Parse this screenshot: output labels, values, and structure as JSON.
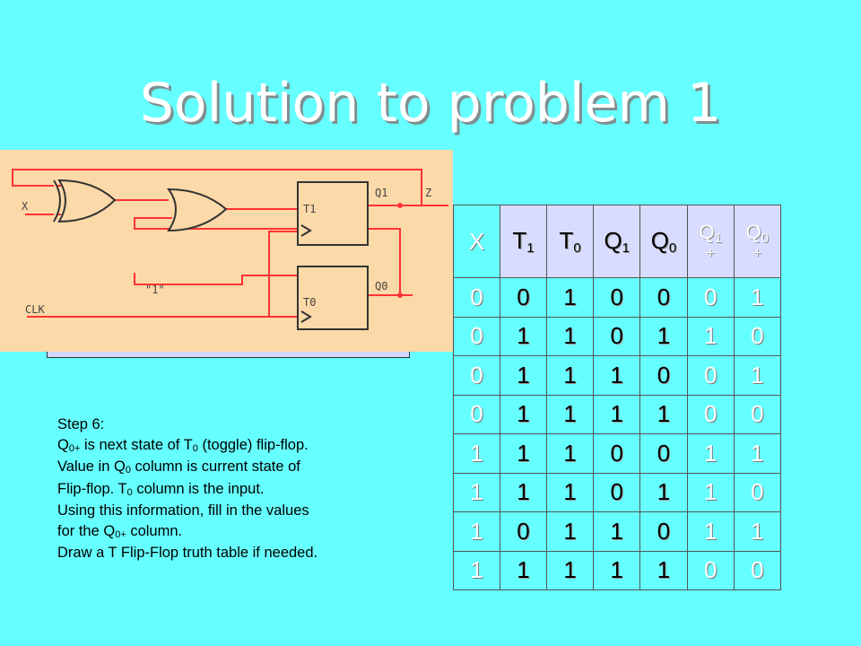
{
  "title": "Solution to problem 1",
  "circuit": {
    "label_x": "X",
    "label_q1": "Q1",
    "label_z": "Z",
    "label_t1": "T1",
    "label_one": "\"1\"",
    "label_t0": "T0",
    "label_q0": "Q0",
    "label_clk": "CLK"
  },
  "step": {
    "heading": "Step 6:",
    "line1_a": "Q",
    "line1_sub": "0+",
    "line1_b": " is next state of T",
    "line1_sub2": "0",
    "line1_c": " (toggle) flip-flop.",
    "line2_a": "Value in Q",
    "line2_sub": "0",
    "line2_b": " column is current state of",
    "line3_a": "Flip-flop. T",
    "line3_sub": "0",
    "line3_b": " column is the input.",
    "line4": "Using this information, fill in the values",
    "line5_a": "for the Q",
    "line5_sub": "0+",
    "line5_b": " column.",
    "line6": "Draw a T Flip-Flop truth table if needed."
  },
  "table": {
    "headers": [
      {
        "main": "X",
        "sub": "",
        "plus": ""
      },
      {
        "main": "T",
        "sub": "1",
        "plus": ""
      },
      {
        "main": "T",
        "sub": "0",
        "plus": ""
      },
      {
        "main": "Q",
        "sub": "1",
        "plus": ""
      },
      {
        "main": "Q",
        "sub": "0",
        "plus": ""
      },
      {
        "main": "Q",
        "sub": "1",
        "plus": "+"
      },
      {
        "main": "Q",
        "sub": "0",
        "plus": "+"
      }
    ],
    "rows": [
      [
        "0",
        "0",
        "1",
        "0",
        "0",
        "0",
        "1"
      ],
      [
        "0",
        "1",
        "1",
        "0",
        "1",
        "1",
        "0"
      ],
      [
        "0",
        "1",
        "1",
        "1",
        "0",
        "0",
        "1"
      ],
      [
        "0",
        "1",
        "1",
        "1",
        "1",
        "0",
        "0"
      ],
      [
        "1",
        "1",
        "1",
        "0",
        "0",
        "1",
        "1"
      ],
      [
        "1",
        "1",
        "1",
        "0",
        "1",
        "1",
        "0"
      ],
      [
        "1",
        "0",
        "1",
        "1",
        "0",
        "1",
        "1"
      ],
      [
        "1",
        "1",
        "1",
        "1",
        "1",
        "0",
        "0"
      ]
    ]
  }
}
